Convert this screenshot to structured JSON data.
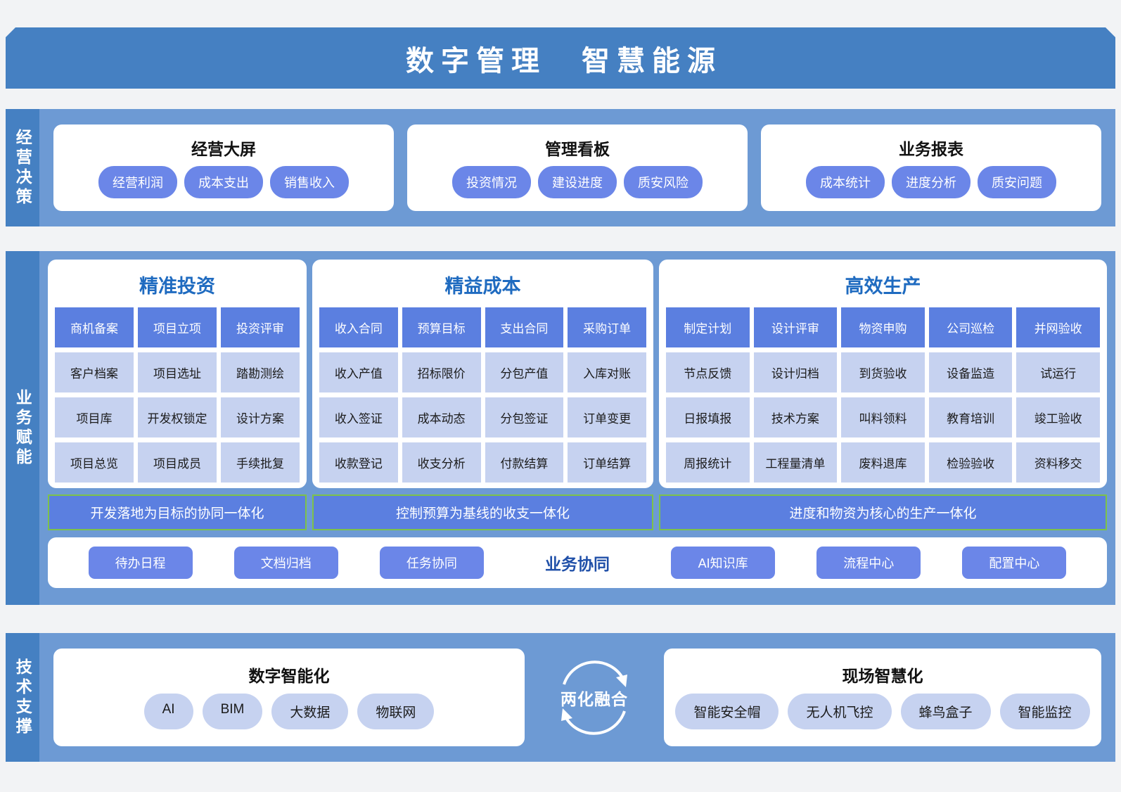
{
  "banner": {
    "title": "数字管理　智慧能源"
  },
  "sections": {
    "decision": {
      "label": "经营决策",
      "cards": [
        {
          "title": "经营大屏",
          "items": [
            "经营利润",
            "成本支出",
            "销售收入"
          ]
        },
        {
          "title": "管理看板",
          "items": [
            "投资情况",
            "建设进度",
            "质安风险"
          ]
        },
        {
          "title": "业务报表",
          "items": [
            "成本统计",
            "进度分析",
            "质安问题"
          ]
        }
      ]
    },
    "business": {
      "label": "业务赋能",
      "cards": [
        {
          "title": "精准投资",
          "columns": 3,
          "header": [
            "商机备案",
            "项目立项",
            "投资评审"
          ],
          "rows": [
            [
              "客户档案",
              "项目选址",
              "踏勘测绘"
            ],
            [
              "项目库",
              "开发权锁定",
              "设计方案"
            ],
            [
              "项目总览",
              "项目成员",
              "手续批复"
            ]
          ],
          "integration": "开发落地为目标的协同一体化"
        },
        {
          "title": "精益成本",
          "columns": 4,
          "header": [
            "收入合同",
            "预算目标",
            "支出合同",
            "采购订单"
          ],
          "rows": [
            [
              "收入产值",
              "招标限价",
              "分包产值",
              "入库对账"
            ],
            [
              "收入签证",
              "成本动态",
              "分包签证",
              "订单变更"
            ],
            [
              "收款登记",
              "收支分析",
              "付款结算",
              "订单结算"
            ]
          ],
          "integration": "控制预算为基线的收支一体化"
        },
        {
          "title": "高效生产",
          "columns": 5,
          "header": [
            "制定计划",
            "设计评审",
            "物资申购",
            "公司巡检",
            "并网验收"
          ],
          "rows": [
            [
              "节点反馈",
              "设计归档",
              "到货验收",
              "设备监造",
              "试运行"
            ],
            [
              "日报填报",
              "技术方案",
              "叫料领料",
              "教育培训",
              "竣工验收"
            ],
            [
              "周报统计",
              "工程量清单",
              "废料退库",
              "检验验收",
              "资料移交"
            ]
          ],
          "integration": "进度和物资为核心的生产一体化"
        }
      ],
      "collaboration": {
        "label": "业务协同",
        "left_buttons": [
          "待办日程",
          "文档归档",
          "任务协同"
        ],
        "right_buttons": [
          "AI知识库",
          "流程中心",
          "配置中心"
        ]
      }
    },
    "tech": {
      "label": "技术支撑",
      "left_card": {
        "title": "数字智能化",
        "items": [
          "AI",
          "BIM",
          "大数据",
          "物联网"
        ]
      },
      "fusion": {
        "label": "两化融合",
        "icon": "circular-arrows-icon"
      },
      "right_card": {
        "title": "现场智慧化",
        "items": [
          "智能安全帽",
          "无人机飞控",
          "蜂鸟盒子",
          "智能监控"
        ]
      }
    }
  },
  "colors": {
    "page_bg": "#f2f3f5",
    "banner_blue": "#4580c2",
    "section_blue": "#6d9ad4",
    "label_blue": "#4580c2",
    "pill_blue": "#6b86e8",
    "header_cell": "#5b7fe0",
    "body_cell": "#c6d2f0",
    "title_blue": "#1f6bc0",
    "green_border": "#7dc24a"
  }
}
